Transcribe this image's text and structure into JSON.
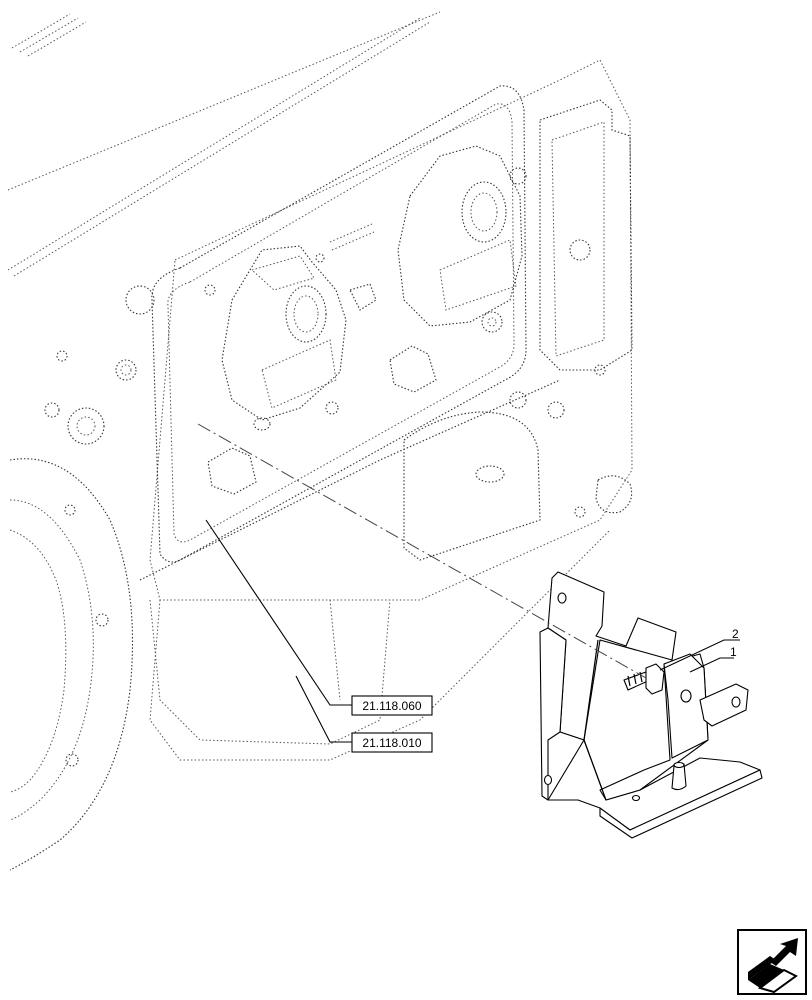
{
  "references": {
    "ref_upper": "21.118.060",
    "ref_lower": "21.118.010"
  },
  "callouts": {
    "item_1": "1",
    "item_2": "2"
  },
  "icons": {
    "engine": "engine-block-outline-icon",
    "bracket": "mounting-bracket-icon",
    "bolt": "bolt-icon",
    "navigation": "next-page-arrow-icon"
  }
}
